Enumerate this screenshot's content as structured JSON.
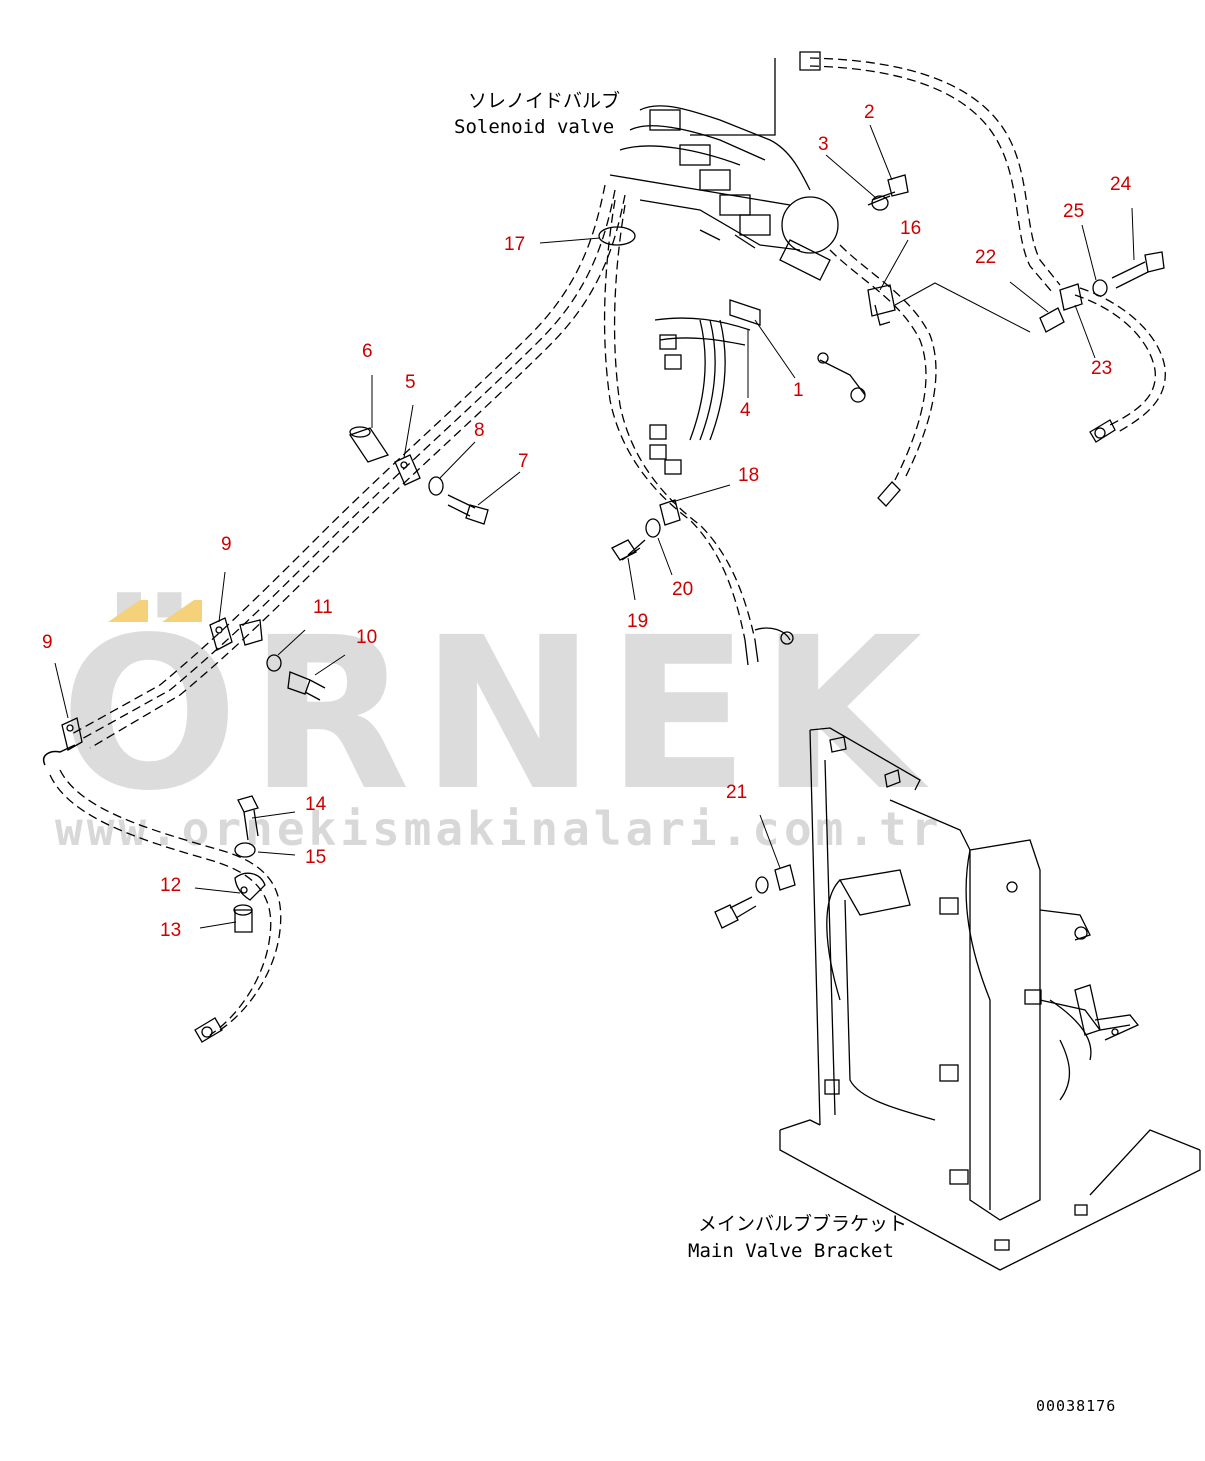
{
  "watermark": {
    "brand": "ÖRNEK",
    "url": "www.ornekismakinalari.com.tr"
  },
  "labels": {
    "solenoid_jp": "ソレノイドバルブ",
    "solenoid_en": "Solenoid valve",
    "bracket_jp": "メインバルブブラケット",
    "bracket_en": "Main Valve Bracket"
  },
  "drawing_code": "00038176",
  "callouts": [
    "1",
    "2",
    "3",
    "4",
    "5",
    "6",
    "7",
    "8",
    "9",
    "9",
    "10",
    "11",
    "12",
    "13",
    "14",
    "15",
    "16",
    "17",
    "18",
    "19",
    "20",
    "21",
    "22",
    "23",
    "24",
    "25"
  ],
  "colors": {
    "callout": "#cc0000",
    "line": "#000000",
    "watermark": "#dcdcdc",
    "watermark_accent": "#f5d27a"
  }
}
